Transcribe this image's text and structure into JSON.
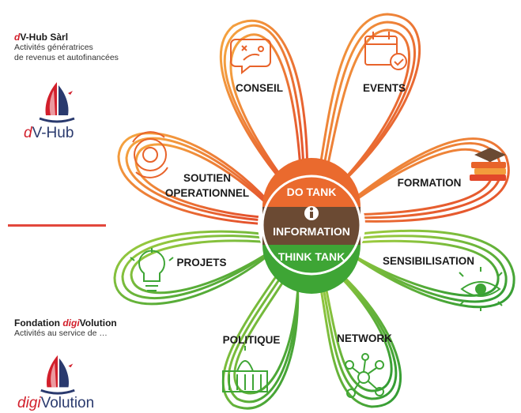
{
  "top_org": {
    "name_prefix": "d",
    "name_rest": "V-Hub Sàrl",
    "line1": "Activités génératrices",
    "line2": "de revenus et autofinancées",
    "logo_prefix": "d",
    "logo_rest": "V-Hub"
  },
  "bottom_org": {
    "name_start": "Fondation ",
    "name_accent": "digi",
    "name_end": "Volution",
    "line1": "Activités au service de …",
    "logo_prefix": "digi",
    "logo_rest": "Volution"
  },
  "center": {
    "top": "DO TANK",
    "middle": "INFORMATION",
    "bottom": "THINK TANK"
  },
  "petals": {
    "conseil": "CONSEIL",
    "events": "EVENTS",
    "formation": "FORMATION",
    "soutien_line1": "SOUTIEN",
    "soutien_line2": "OPERATIONNEL",
    "projets": "PROJETS",
    "sensibilisation": "SENSIBILISATION",
    "politique": "POLITIQUE",
    "network": "NETWORK"
  },
  "colors": {
    "orange": "#e8632a",
    "orange_light": "#f39c3c",
    "green": "#3ea535",
    "green_light": "#9ccc3a",
    "brown": "#6b4a33",
    "red_accent": "#d21f2b",
    "navy": "#2a3a6e"
  },
  "icons": [
    "strategy-icon",
    "calendar-check-icon",
    "books-graduation-icon",
    "gear-cycle-icon",
    "lightbulb-icon",
    "eye-arrows-icon",
    "parliament-building-icon",
    "network-nodes-icon",
    "info-icon",
    "sailboat-logo-icon"
  ]
}
